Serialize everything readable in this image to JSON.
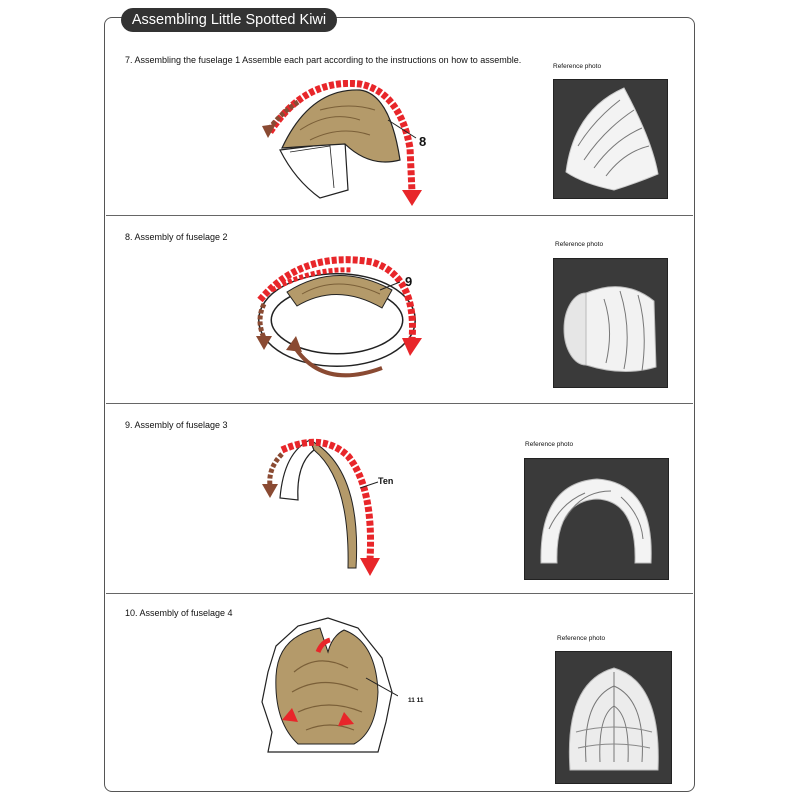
{
  "title": "Assembling Little Spotted Kiwi",
  "steps": [
    {
      "title": "7. Assembling the fuselage 1 Assemble each part according to the instructions on how to assemble.",
      "part_label": "8",
      "ref_label": "Reference photo"
    },
    {
      "title": "8. Assembly of fuselage 2",
      "part_label": "9",
      "ref_label": "Reference photo"
    },
    {
      "title": "9. Assembly of fuselage 3",
      "part_label": "Ten",
      "ref_label": "Reference photo"
    },
    {
      "title": "10. Assembly of fuselage 4",
      "part_label": "11 11",
      "ref_label": "Reference photo"
    }
  ],
  "colors": {
    "glue_arrow": "#e8262a",
    "brown_arrow": "#8a4a32",
    "paper": "#b49a6a",
    "photo_bg": "#3a3a3a"
  }
}
